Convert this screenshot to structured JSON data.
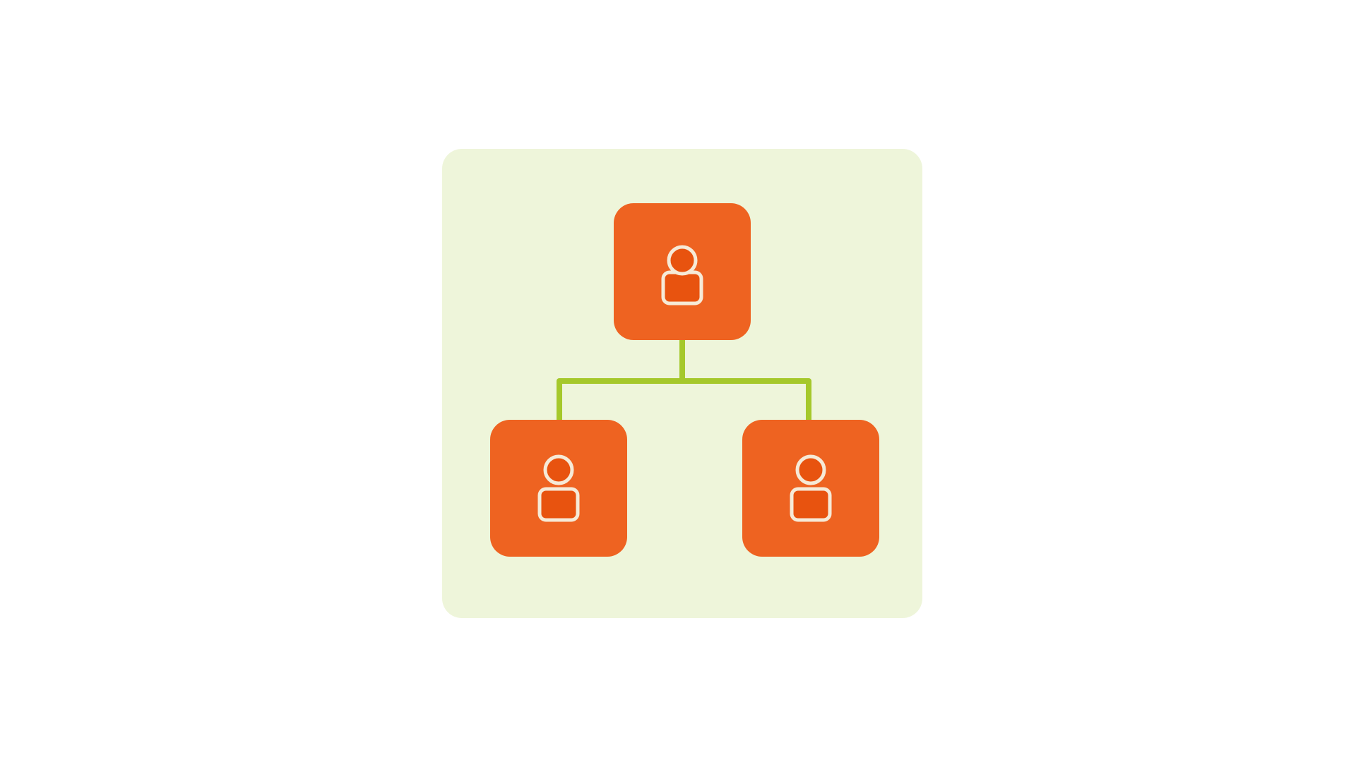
{
  "diagram": {
    "type": "org-chart",
    "colors": {
      "page_background": "#ffffff",
      "panel_background": "#eef5da",
      "node_fill": "#ee6321",
      "icon_body_fill": "#e8530f",
      "icon_outline": "#f6ead7",
      "connector": "#a5c82b"
    },
    "nodes": [
      {
        "id": "top",
        "icon": "person-icon",
        "level": 0
      },
      {
        "id": "left",
        "icon": "person-icon",
        "level": 1,
        "parent": "top"
      },
      {
        "id": "right",
        "icon": "person-icon",
        "level": 1,
        "parent": "top"
      }
    ]
  }
}
